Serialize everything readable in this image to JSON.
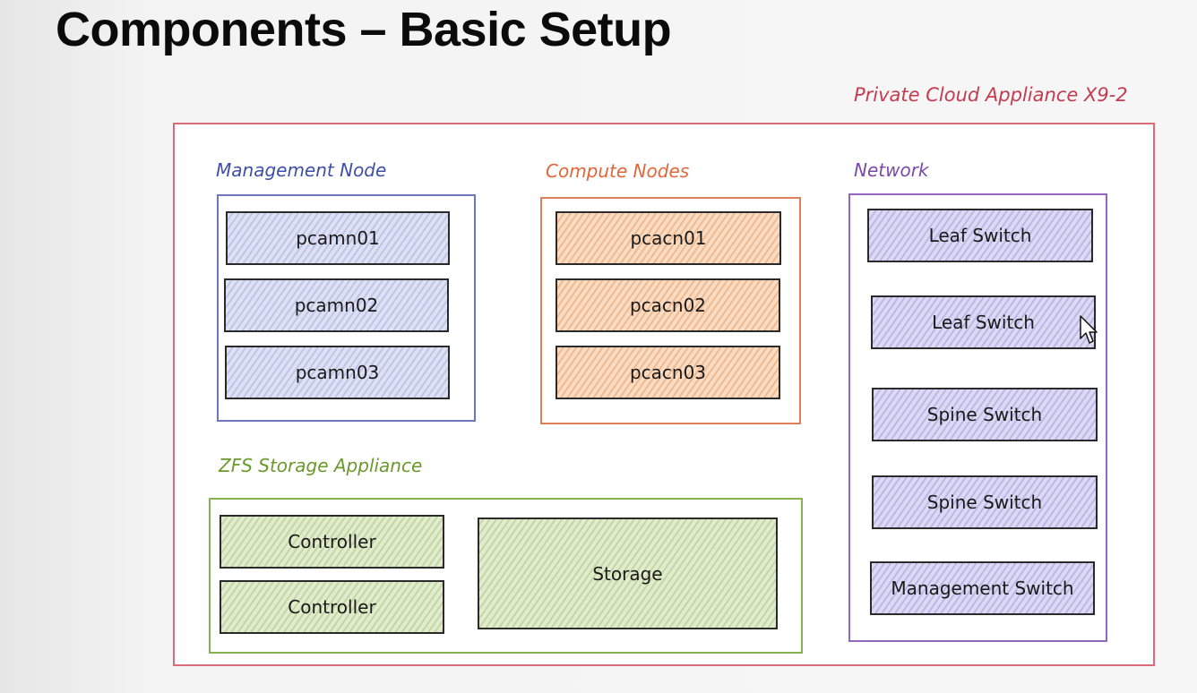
{
  "title": "Components – Basic Setup",
  "appliance": {
    "label": "Private Cloud Appliance X9-2",
    "color": "#c63b4f"
  },
  "management": {
    "label": "Management Node",
    "color": "#3f4fa8",
    "nodes": [
      "pcamn01",
      "pcamn02",
      "pcamn03"
    ]
  },
  "compute": {
    "label": "Compute Nodes",
    "color": "#e0673a",
    "nodes": [
      "pcacn01",
      "pcacn02",
      "pcacn03"
    ]
  },
  "network": {
    "label": "Network",
    "color": "#7a4aa8",
    "switches": [
      "Leaf Switch",
      "Leaf Switch",
      "Spine Switch",
      "Spine Switch",
      "Management Switch"
    ]
  },
  "storage": {
    "label": "ZFS Storage Appliance",
    "color": "#6a9a2c",
    "controllers": [
      "Controller",
      "Controller"
    ],
    "storage_label": "Storage"
  }
}
